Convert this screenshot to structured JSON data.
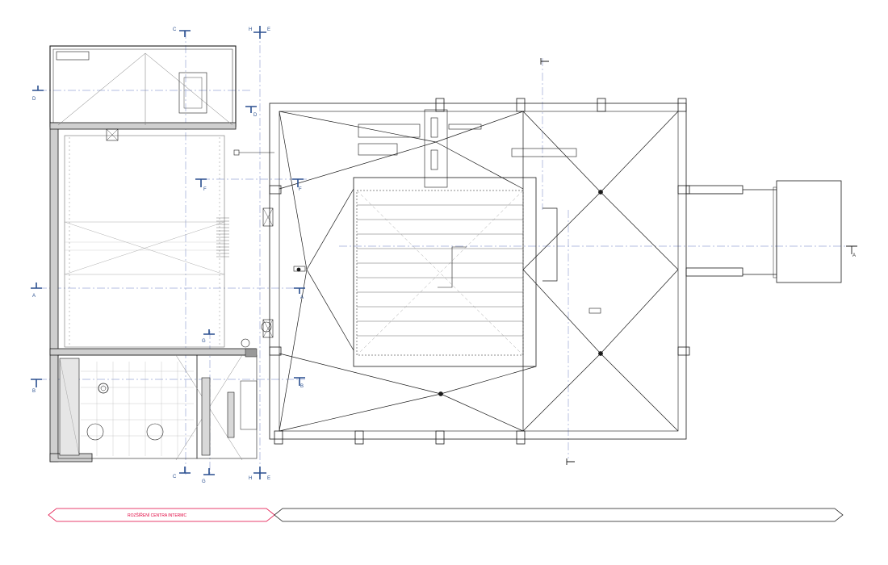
{
  "colors": {
    "line": "#1a1a1a",
    "thin": "#666666",
    "grid": "#9aa9d6",
    "marker": "#2a4f8f",
    "accent": "#e0003c"
  },
  "section_markers": {
    "A": "A",
    "B": "B",
    "C": "C",
    "D": "D",
    "E": "E",
    "F": "F",
    "G": "G",
    "H": "H"
  },
  "bands": {
    "left_label": "ROZŠÍŘENÍ CENTRA INTERMC",
    "right_label": ""
  }
}
